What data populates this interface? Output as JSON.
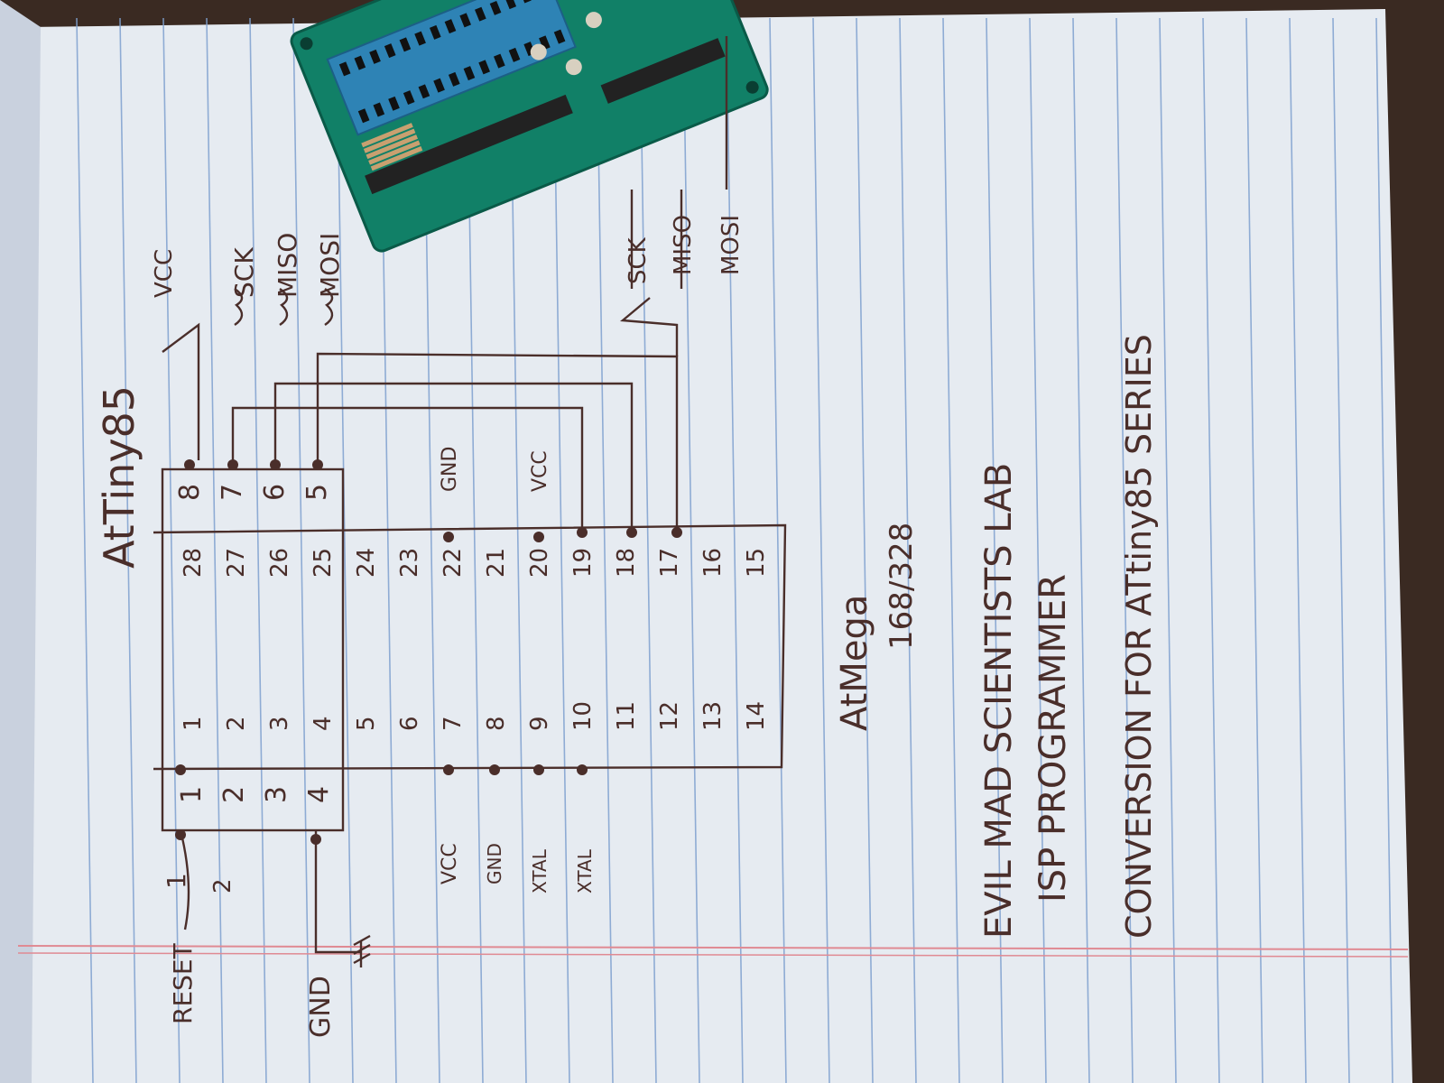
{
  "colors": {
    "paper": "#e9edf2",
    "rule_line": "#7fa1cf",
    "margin_line": "#e08a93",
    "ink": "#4a2e2a",
    "pcb": "#118067",
    "zif_socket": "#2e83b5",
    "desk": "#3a2a22"
  },
  "icons": {
    "ground_symbol": "ground-icon",
    "circuit_board": "pcb-photo"
  },
  "sheet": {
    "chip_top_label": "AtTiny85",
    "chip_main_label_1": "AtMega",
    "chip_main_label_2": "168/328",
    "title_line_1": "EVIL MAD SCIENTISTS LAB",
    "title_line_2": "ISP PROGRAMMER",
    "title_line_3": "CONVERSION FOR ATtiny85 SERIES"
  },
  "signals": {
    "vcc": "VCC",
    "sck": "SCK",
    "miso": "MISO",
    "mosi": "MOSI",
    "reset": "RESET",
    "gnd": "GND",
    "sck2": "SCK",
    "miso2": "MISO",
    "mosi2": "MOSI"
  },
  "tiny_pins": {
    "top": [
      "8",
      "7",
      "6",
      "5"
    ],
    "bottom": [
      "1",
      "2",
      "3",
      "4"
    ]
  },
  "mega_pins": {
    "right_row": [
      "28",
      "27",
      "26",
      "25",
      "24",
      "23",
      "22",
      "21",
      "20",
      "19",
      "18",
      "17",
      "16",
      "15"
    ],
    "left_row": [
      "1",
      "2",
      "3",
      "4",
      "5",
      "6",
      "7",
      "8",
      "9",
      "10",
      "11",
      "12",
      "13",
      "14"
    ]
  },
  "mega_side_labels": {
    "top_gnd": "GND",
    "top_vcc": "VCC",
    "left_reset_num": "1",
    "left_2_num": "2",
    "vcc": "VCC",
    "gnd": "GND",
    "xtal1": "XTAL",
    "xtal2": "XTAL"
  }
}
